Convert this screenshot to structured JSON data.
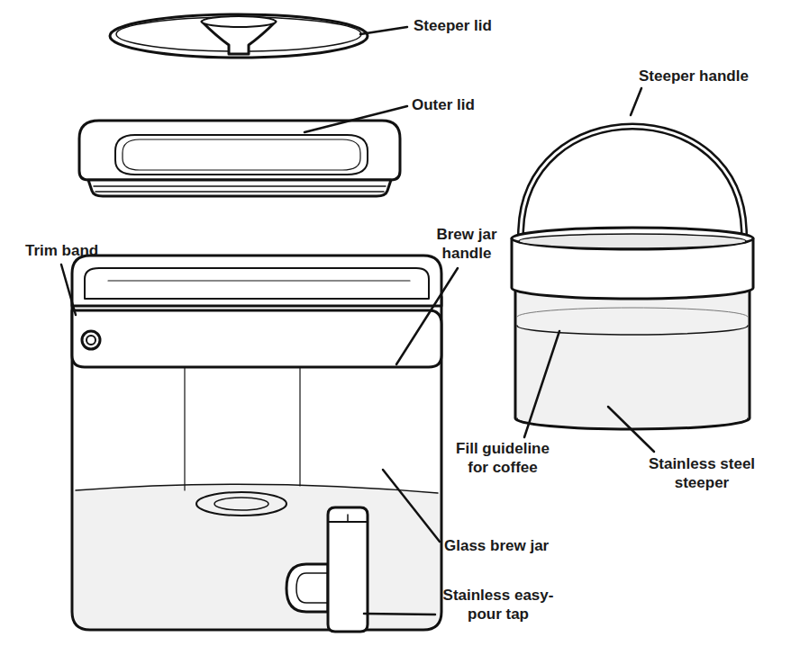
{
  "diagram": {
    "labels": [
      "Steeper lid",
      "Outer lid",
      "Steeper handle",
      "Trim band",
      "Brew jar handle",
      "Fill guideline for coffee",
      "Stainless steel steeper",
      "Glass brew jar",
      "Stainless easy-pour tap"
    ]
  }
}
